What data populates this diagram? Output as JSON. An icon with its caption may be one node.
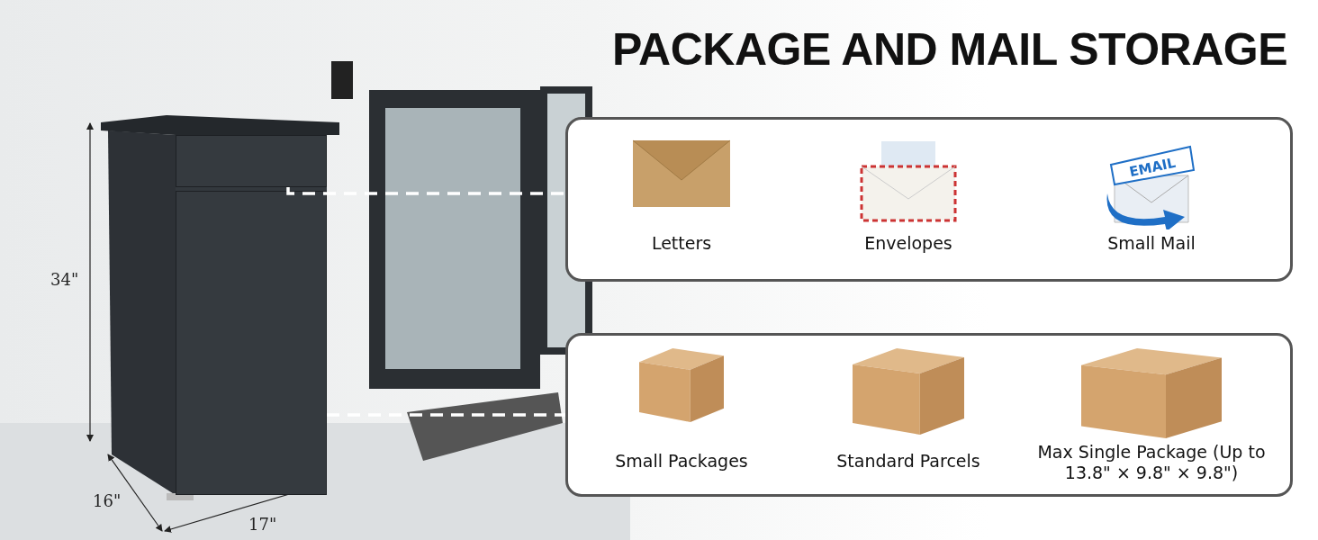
{
  "diagram": {
    "title": "PACKAGE AND MAIL STORAGE",
    "nodes": [
      {
        "text": [],
        "shape": "box"
      },
      {
        "text": [],
        "shape": "box"
      },
      {
        "text": [
          "Letters",
          "Envelopes",
          "Small Mail"
        ]
      },
      {
        "text": [
          "Small Packages",
          "Standard Parcels",
          "Max Single Package (Up to 13.8\" × 9.8\" × 9.8\")"
        ]
      }
    ],
    "edges": [
      {
        "from": 0,
        "to": 2,
        "arrow": "none",
        "style": "dashed"
      },
      {
        "from": 1,
        "to": 3,
        "arrow": "none",
        "style": "dashed"
      }
    ],
    "labels": [
      "34\"",
      "16\"",
      "17\"",
      "EMAIL"
    ]
  }
}
